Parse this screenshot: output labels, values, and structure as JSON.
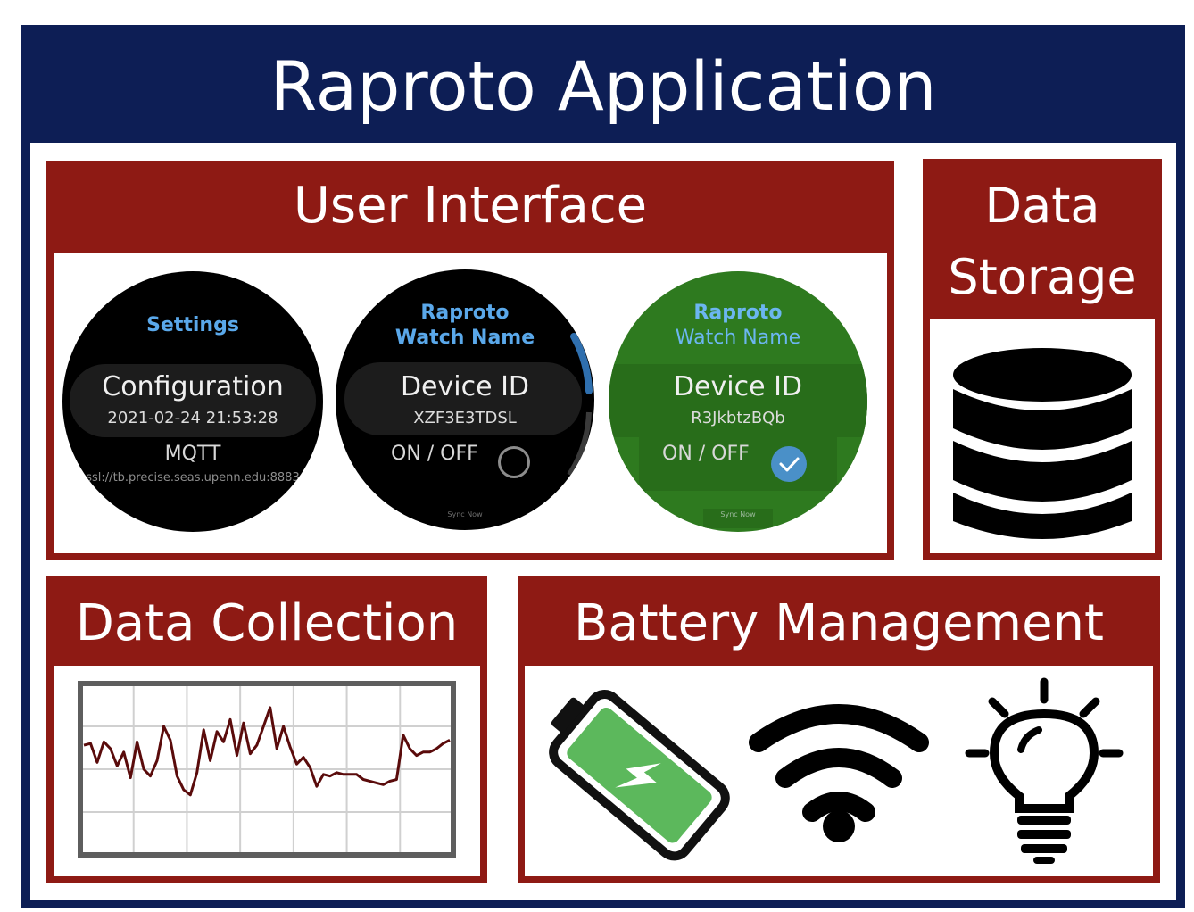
{
  "app": {
    "title": "Raproto Application"
  },
  "user_interface": {
    "title": "User Interface",
    "watches": [
      {
        "header": "Settings",
        "item1_title": "Configuration",
        "item1_sub": "2021-02-24 21:53:28",
        "item2_title": "MQTT",
        "item2_sub": "ssl://tb.precise.seas.upenn.edu:8883"
      },
      {
        "header_line1": "Raproto",
        "header_line2": "Watch Name",
        "item_title": "Device ID",
        "item_sub": "XZF3E3TDSL",
        "toggle_label": "ON / OFF",
        "toggle_state": "off",
        "footer": "Sync Now"
      },
      {
        "header_line1": "Raproto",
        "header_line2": "Watch Name",
        "item_title": "Device ID",
        "item_sub": "R3JkbtzBQb",
        "toggle_label": "ON / OFF",
        "toggle_state": "on",
        "footer": "Sync Now"
      }
    ]
  },
  "data_storage": {
    "title_line1": "Data",
    "title_line2": "Storage",
    "icon": "database-icon"
  },
  "data_collection": {
    "title": "Data Collection",
    "chart_data": {
      "type": "line",
      "title": "",
      "xlabel": "",
      "ylabel": "",
      "grid": true,
      "series": [
        {
          "values": [
            0.64,
            0.65,
            0.54,
            0.66,
            0.62,
            0.52,
            0.6,
            0.45,
            0.66,
            0.5,
            0.46,
            0.55,
            0.75,
            0.67,
            0.46,
            0.38,
            0.35,
            0.48,
            0.73,
            0.55,
            0.72,
            0.66,
            0.79,
            0.58,
            0.77,
            0.59,
            0.64,
            0.75,
            0.86,
            0.62,
            0.75,
            0.63,
            0.53,
            0.57,
            0.51,
            0.4,
            0.47,
            0.46,
            0.48,
            0.47,
            0.47,
            0.47,
            0.44,
            0.43,
            0.42,
            0.41,
            0.43,
            0.44,
            0.7,
            0.62,
            0.58,
            0.6,
            0.6,
            0.62,
            0.65,
            0.67
          ]
        }
      ]
    }
  },
  "battery_management": {
    "title": "Battery Management",
    "icons": [
      "battery-charging-icon",
      "wifi-icon",
      "lightbulb-icon"
    ],
    "colors": {
      "battery_fill": "#5cb85c"
    }
  },
  "colors": {
    "outer_frame": "#0d1e55",
    "panel": "#8e1a14",
    "watch_accent": "#5aa8ea",
    "active_watch": "#2e7a1f",
    "chart_line": "#5a0b0b"
  }
}
